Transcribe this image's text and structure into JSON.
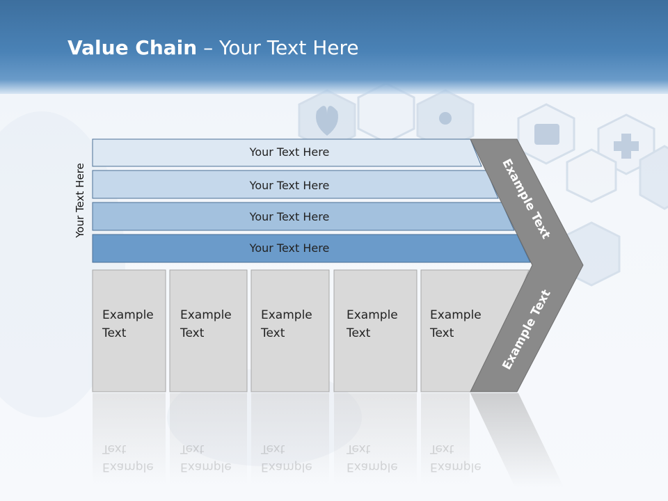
{
  "title": {
    "bold": "Value Chain",
    "rest": " – Your Text Here"
  },
  "side_label": "Your Text Here",
  "rows": [
    {
      "label": "Your Text Here",
      "color": "#dde8f3"
    },
    {
      "label": "Your Text Here",
      "color": "#c5d8eb"
    },
    {
      "label": "Your Text Here",
      "color": "#a3c1de"
    },
    {
      "label": "Your Text Here",
      "color": "#6b9bca"
    }
  ],
  "boxes": [
    {
      "line1": "Example",
      "line2": "Text"
    },
    {
      "line1": "Example",
      "line2": "Text"
    },
    {
      "line1": "Example",
      "line2": "Text"
    },
    {
      "line1": "Example",
      "line2": "Text"
    },
    {
      "line1": "Example",
      "line2": "Text"
    }
  ],
  "chevron": {
    "upper_label": "Example Text",
    "lower_label": "Example Text",
    "color": "#8a8a8a"
  },
  "colors": {
    "header": "#4a82b6",
    "box_fill": "#d9d9d9",
    "box_stroke": "#a8a8a8"
  }
}
